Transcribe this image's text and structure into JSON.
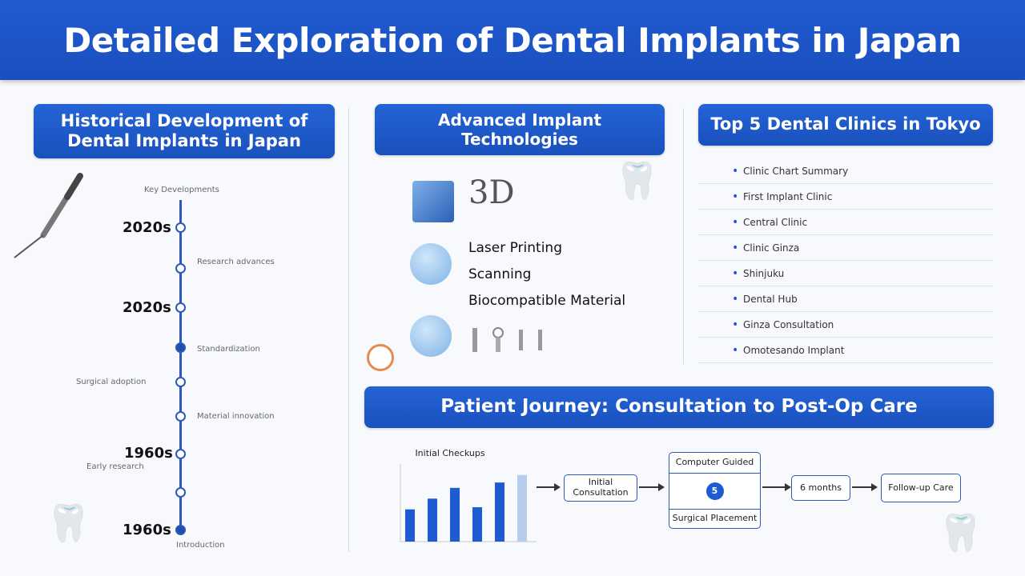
{
  "title": "Detailed Exploration of Dental Implants in Japan",
  "history": {
    "heading_line1": "Historical Development of",
    "heading_line2": "Dental Implants in Japan",
    "top_label": "Key Developments",
    "years": [
      "2020s",
      "2020s",
      "1960s",
      "1960s"
    ],
    "notes": [
      "Research advances",
      "Standardization",
      "Surgical adoption",
      "Material innovation",
      "Early research",
      "Introduction"
    ]
  },
  "tech": {
    "heading_line1": "Advanced Implant",
    "heading_line2": "Technologies",
    "label_3d": "3D",
    "items": [
      "Laser Printing",
      "Scanning",
      "Biocompatible Material"
    ]
  },
  "clinics": {
    "heading": "Top 5 Dental Clinics in Tokyo",
    "items": [
      "Clinic Chart Summary",
      "First Implant Clinic",
      "Central Clinic",
      "Clinic Ginza",
      "Shinjuku",
      "Dental Hub",
      "Ginza Consultation",
      "Omotesando Implant"
    ]
  },
  "journey": {
    "heading": "Patient Journey: Consultation to Post-Op Care",
    "flow": {
      "step1": "Initial Consultation",
      "step2_top": "Computer Guided",
      "step2_badge": "5",
      "step2_bottom": "Surgical Placement",
      "step3": "6 months",
      "step4": "Follow-up Care"
    }
  },
  "chart_data": {
    "type": "bar",
    "title": "Initial Checkups",
    "categories": [
      "",
      "",
      "",
      "",
      "",
      ""
    ],
    "values": [
      30,
      40,
      50,
      32,
      55,
      62
    ],
    "ylim": [
      0,
      70
    ],
    "bar_colors": [
      "#1f5bd0",
      "#1f5bd0",
      "#1f5bd0",
      "#1f5bd0",
      "#1f5bd0",
      "#b8ccee"
    ]
  },
  "colors": {
    "primary": "#1f5bd0",
    "line": "#2a59b8"
  }
}
